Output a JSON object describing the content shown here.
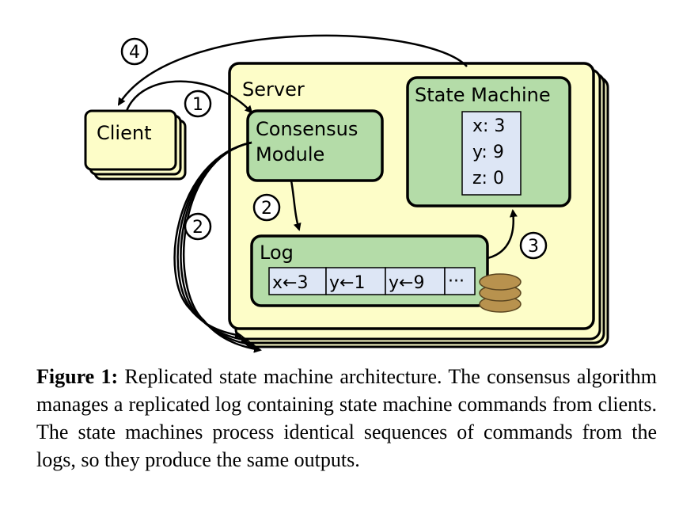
{
  "figure": {
    "client_label": "Client",
    "server_label": "Server",
    "consensus_line1": "Consensus",
    "consensus_line2": "Module",
    "state_machine_label": "State Machine",
    "state_values": [
      "x: 3",
      "y: 9",
      "z: 0"
    ],
    "log_label": "Log",
    "log_entries": [
      "x←3",
      "y←1",
      "y←9",
      "···"
    ],
    "step_numbers": [
      "4",
      "1",
      "2",
      "2",
      "3"
    ]
  },
  "caption": {
    "label": "Figure 1:",
    "text": " Replicated state machine architecture. The consensus algorithm manages a replicated log containing state machine commands from clients. The state machines process identical sequences of commands from the logs, so they produce the same outputs."
  },
  "colors": {
    "server_fill": "#fdfdc8",
    "module_fill": "#b4dca8",
    "table_fill": "#dde6f5",
    "disk_fill": "#b8924e",
    "stroke": "#000000"
  }
}
